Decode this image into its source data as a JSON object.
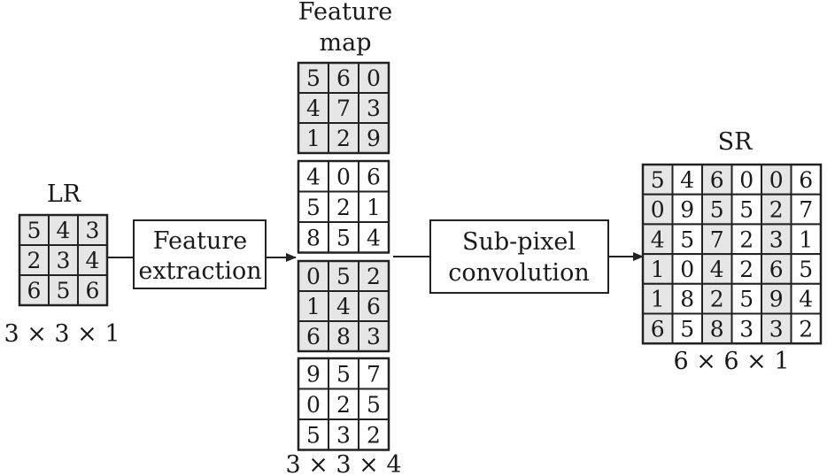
{
  "colors": {
    "shaded": "#e6e6e6",
    "white": "#ffffff",
    "stroke": "#222222"
  },
  "labels": {
    "lr": "LR",
    "lr_dims": "3 × 3 × 1",
    "feature_map_line1": "Feature",
    "feature_map_line2": "map",
    "fm_dims": "3 × 3 × 4",
    "sr": "SR",
    "sr_dims": "6 × 6 × 1"
  },
  "boxes": {
    "feature_extraction": {
      "line1": "Feature",
      "line2": "extraction"
    },
    "subpixel": {
      "line1": "Sub-pixel",
      "line2": "convolution"
    }
  },
  "grids": {
    "lr": [
      [
        "5",
        "4",
        "3"
      ],
      [
        "2",
        "3",
        "4"
      ],
      [
        "6",
        "5",
        "6"
      ]
    ],
    "fm1": [
      [
        "5",
        "6",
        "0"
      ],
      [
        "4",
        "7",
        "3"
      ],
      [
        "1",
        "2",
        "9"
      ]
    ],
    "fm2": [
      [
        "4",
        "0",
        "6"
      ],
      [
        "5",
        "2",
        "1"
      ],
      [
        "8",
        "5",
        "4"
      ]
    ],
    "fm3": [
      [
        "0",
        "5",
        "2"
      ],
      [
        "1",
        "4",
        "6"
      ],
      [
        "6",
        "8",
        "3"
      ]
    ],
    "fm4": [
      [
        "9",
        "5",
        "7"
      ],
      [
        "0",
        "2",
        "5"
      ],
      [
        "5",
        "3",
        "2"
      ]
    ],
    "sr": [
      [
        "5",
        "4",
        "6",
        "0",
        "0",
        "6"
      ],
      [
        "0",
        "9",
        "5",
        "5",
        "2",
        "7"
      ],
      [
        "4",
        "5",
        "7",
        "2",
        "3",
        "1"
      ],
      [
        "1",
        "0",
        "4",
        "2",
        "6",
        "5"
      ],
      [
        "1",
        "8",
        "2",
        "5",
        "9",
        "4"
      ],
      [
        "6",
        "5",
        "8",
        "3",
        "3",
        "2"
      ]
    ]
  },
  "shading": {
    "lr": "all",
    "fm1": "all",
    "fm2": "none",
    "fm3": "all",
    "fm4": "none",
    "sr": "even-columns"
  }
}
